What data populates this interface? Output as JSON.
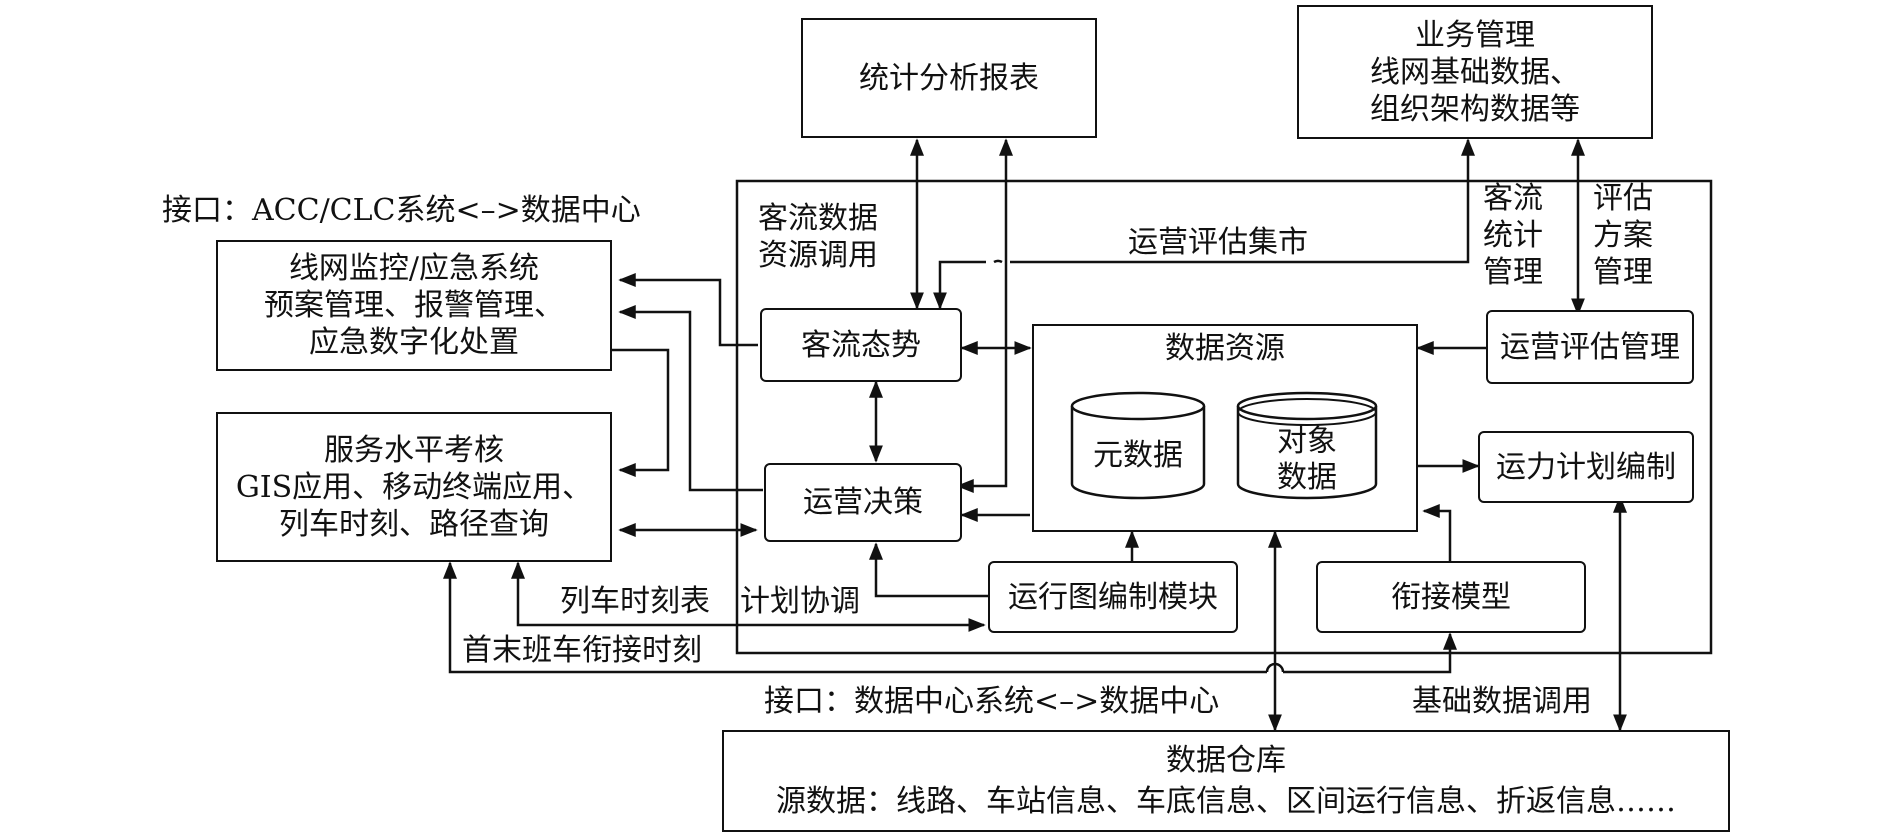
{
  "boxes": {
    "stats_report": "统计分析报表",
    "business_mgmt": [
      "业务管理",
      "线网基础数据、",
      "组织架构数据等"
    ],
    "network_monitor": [
      "线网监控/应急系统",
      "预案管理、报警管理、",
      "应急数字化处置"
    ],
    "service_level": [
      "服务水平考核",
      "GIS应用、移动终端应用、",
      "列车时刻、路径查询"
    ],
    "passenger_flow_situation": "客流态势",
    "operation_decision": "运营决策",
    "data_resources": "数据资源",
    "metadata": "元数据",
    "object_data": [
      "对象",
      "数据"
    ],
    "operation_eval_mgmt": "运营评估管理",
    "capacity_planning": "运力计划编制",
    "diagram_module": "运行图编制模块",
    "connection_model": "衔接模型",
    "data_warehouse": "数据仓库",
    "source_data": "源数据：线路、车站信息、车底信息、区间运行信息、折返信息……"
  },
  "labels": {
    "interface_acc": "接口：ACC/CLC系统<–>数据中心",
    "pf_data_call": [
      "客流数据",
      "资源调用"
    ],
    "eval_mart": "运营评估集市",
    "pf_stats_mgmt": [
      "客流",
      "统计",
      "管理"
    ],
    "eval_plan_mgmt": [
      "评估",
      "方案",
      "管理"
    ],
    "timetable": "列车时刻表",
    "plan_coord": "计划协调",
    "first_last": "首末班车衔接时刻",
    "interface_dc": "接口：数据中心系统<–>数据中心",
    "base_data_call": "基础数据调用"
  }
}
